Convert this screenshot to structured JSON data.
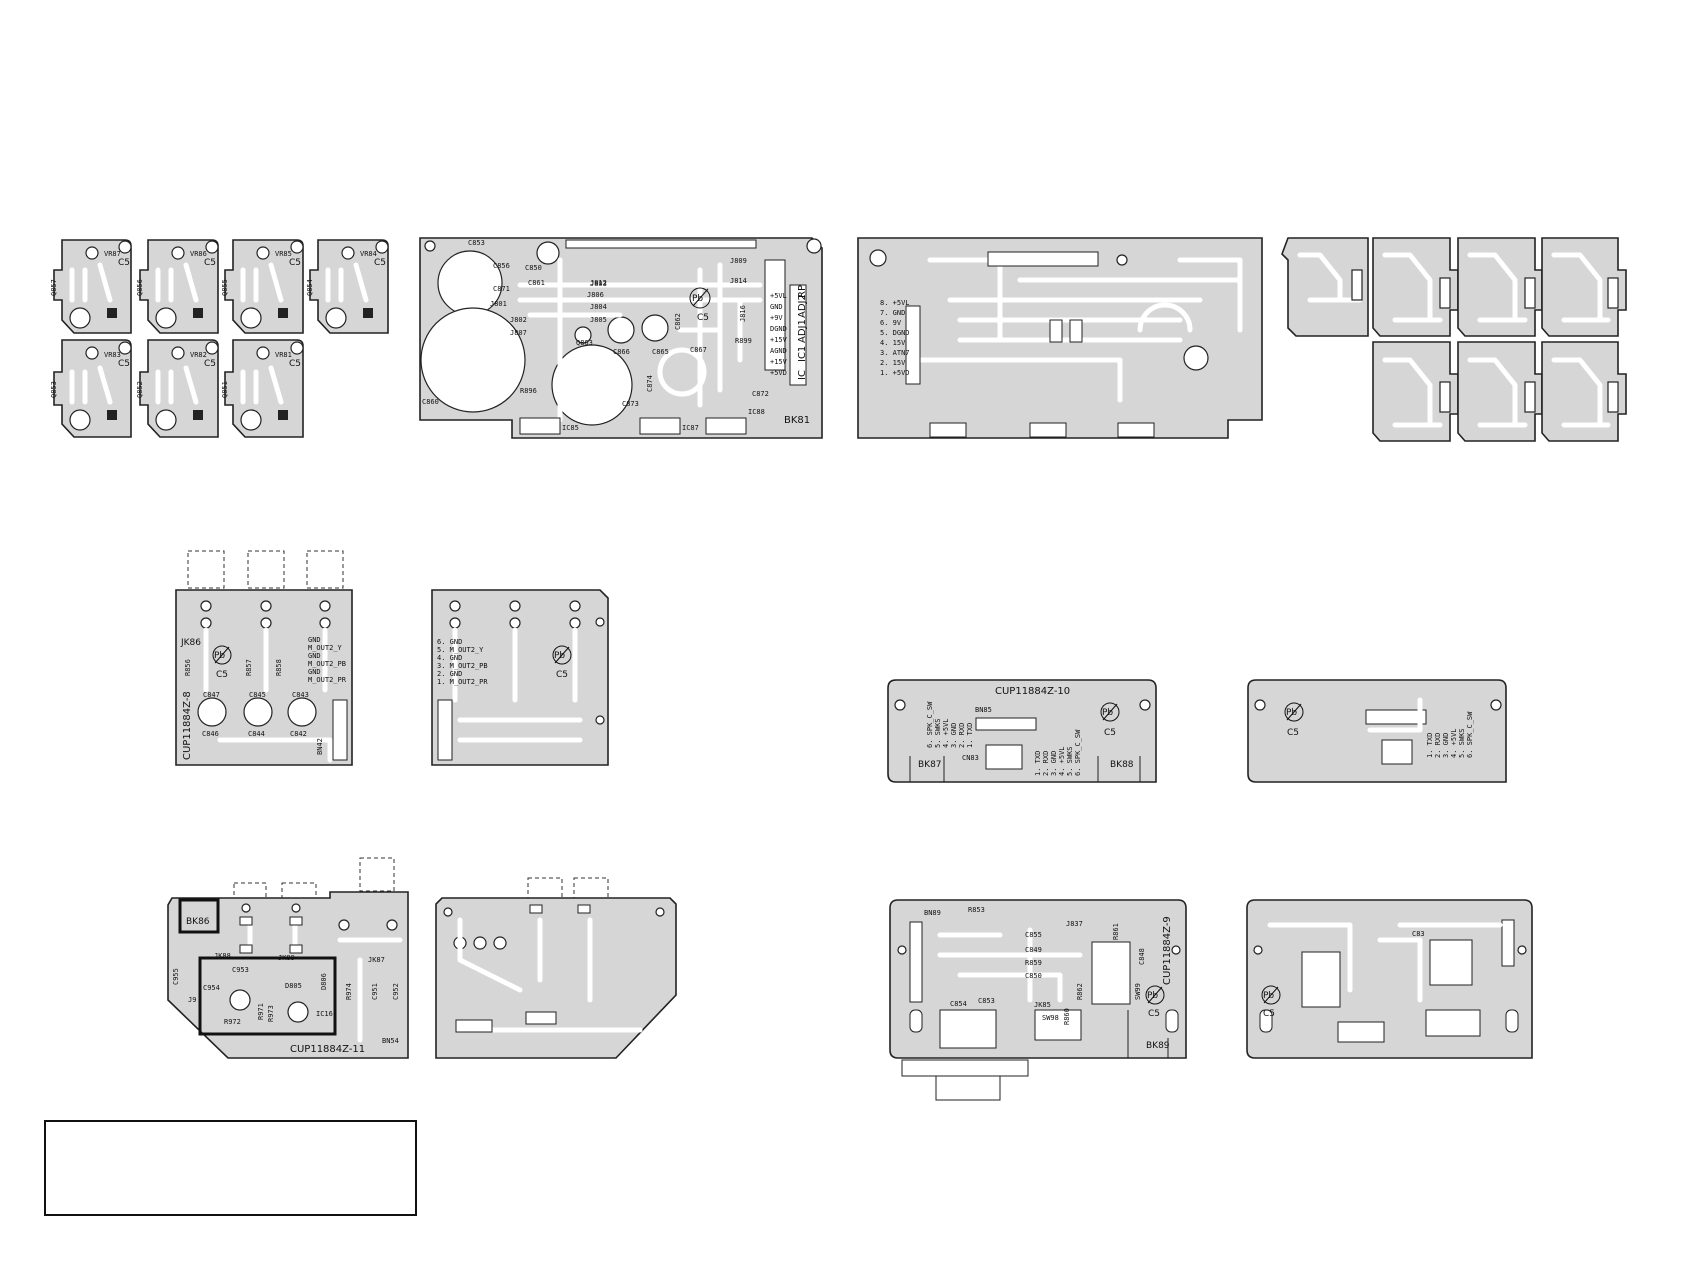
{
  "boards": {
    "top_small_a": {
      "labels": [
        "Q857",
        "Q856",
        "Q855",
        "Q854",
        "Q853",
        "Q852",
        "Q851"
      ],
      "vr_labels": [
        "VR87",
        "VR86",
        "VR85",
        "VR84",
        "VR83",
        "VR82",
        "VR81"
      ],
      "c5": "C5"
    },
    "top_main": {
      "connector_labels": [
        "+5VL",
        "GND",
        "+9V",
        "DGND",
        "+15V",
        "AGND",
        "+15V",
        "+5VD"
      ],
      "ic_labels": [
        "IC",
        "IC1",
        "ADJ1",
        "ADJ2",
        "RP"
      ],
      "refs": [
        "C853",
        "C856",
        "C871",
        "C850",
        "J801",
        "J802",
        "J807",
        "J806",
        "J803",
        "J804",
        "J805",
        "Q863",
        "C861",
        "C860",
        "C866",
        "C865",
        "R896",
        "IC85",
        "IC87",
        "J812",
        "J814",
        "J809",
        "J816",
        "R899",
        "C872",
        "IC88",
        "BK81",
        "C873",
        "C874",
        "C862",
        "C867"
      ],
      "pb": "Pb",
      "c5": "C5"
    },
    "top_mid": {
      "pin_list": [
        "8. +5VL",
        "7. GND",
        "6. 9V",
        "5. DGND",
        "4. 15V",
        "3. ATN7",
        "2. 15V",
        "1. +5VD"
      ]
    },
    "jk86_board": {
      "ref": "JK86",
      "code": "CUP11884Z-8",
      "refs": [
        "R856",
        "R857",
        "R858",
        "C847",
        "C845",
        "C843",
        "C846",
        "C844",
        "C842",
        "BN42"
      ],
      "pins": [
        "GND",
        "M_OUT2_Y",
        "GND",
        "M_OUT2_PB",
        "GND",
        "M_OUT2_PR"
      ],
      "pb": "Pb",
      "c5": "C5"
    },
    "jk86_back": {
      "pins": [
        "6. GND",
        "5. M_OUT2_Y",
        "4. GND",
        "3. M_OUT2_PB",
        "2. GND",
        "1. M_OUT2_PR"
      ],
      "pb": "Pb",
      "c5": "C5"
    },
    "cup10": {
      "code": "CUP11884Z-10",
      "refs": [
        "BN85",
        "CN83",
        "BK87",
        "BK88"
      ],
      "pins": [
        "6. SPK_C_SW",
        "5. SWKS",
        "4. +5VL",
        "3. GND",
        "2. RXD",
        "1. TXD"
      ],
      "pins2": [
        "1. TXD",
        "2. RXD",
        "3. GND",
        "4. +5VL",
        "5. SWKS",
        "6. SPK_C_SW"
      ],
      "pb": "Pb",
      "c5": "C5"
    },
    "cup10_back": {
      "pins": [
        "1. TXD",
        "2. RXD",
        "3. GND",
        "4. +5VL",
        "5. SWKS",
        "6. SPK_C_SW"
      ],
      "pb": "Pb",
      "c5": "C5"
    },
    "cup11": {
      "code": "CUP11884Z-11",
      "refs": [
        "BK86",
        "JK88",
        "JK89",
        "JK87",
        "C955",
        "C953",
        "C954",
        "D805",
        "D806",
        "R972",
        "R971",
        "R973",
        "R974",
        "IC16",
        "C951",
        "C952",
        "BN54",
        "J9"
      ]
    },
    "cup9": {
      "code": "CUP11884Z-9",
      "refs": [
        "BN89",
        "R853",
        "C855",
        "C849",
        "R859",
        "C850",
        "J837",
        "R861",
        "C848",
        "C854",
        "C853",
        "JK85",
        "SW98",
        "R860",
        "R862",
        "SW99",
        "BK89"
      ],
      "pb": "Pb",
      "c5": "C5"
    },
    "cup9_back": {
      "refs": [
        "C83"
      ],
      "pb": "Pb",
      "c5": "C5"
    }
  },
  "note_box": {
    "text": ""
  }
}
